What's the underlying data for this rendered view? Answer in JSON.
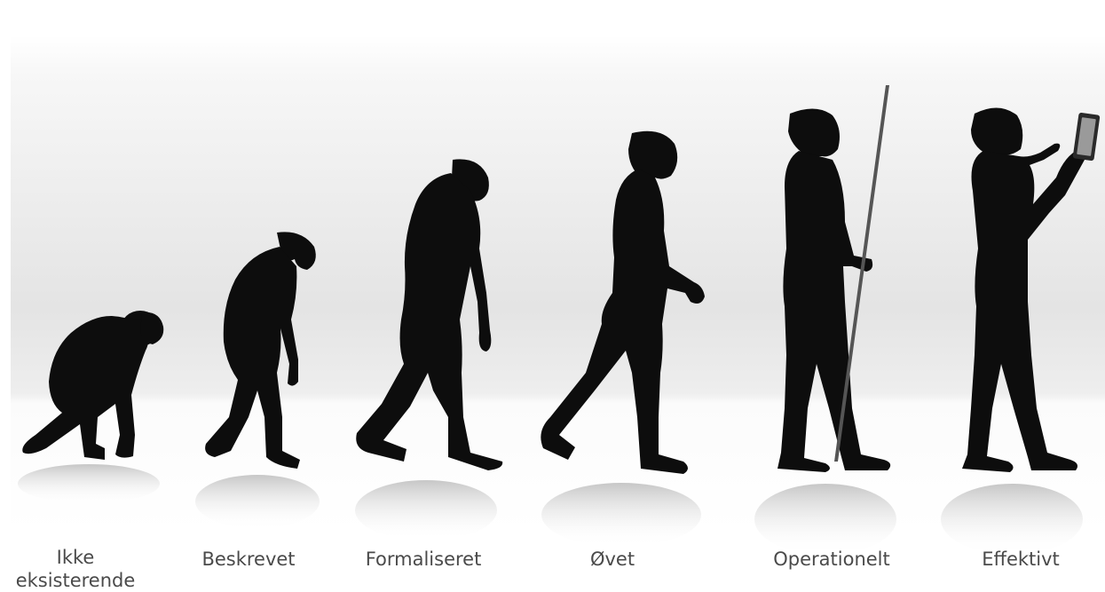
{
  "stages": [
    {
      "label": "Ikke eksisterende"
    },
    {
      "label": "Beskrevet"
    },
    {
      "label": "Formaliseret"
    },
    {
      "label": "Øvet"
    },
    {
      "label": "Operationelt"
    },
    {
      "label": "Effektivt"
    }
  ],
  "icons": {
    "stage1": "crouching-ape-silhouette-icon",
    "stage2": "stooped-ape-silhouette-icon",
    "stage3": "early-hominid-silhouette-icon",
    "stage4": "walking-hominid-silhouette-icon",
    "stage5": "upright-man-with-spear-silhouette-icon",
    "stage6": "man-with-tablet-silhouette-icon"
  },
  "colors": {
    "silhouette": "#0d0d0d",
    "background_top": "#ffffff",
    "background_mid": "#e6e6e6",
    "floor": "#fafafa",
    "label": "#4a4a4a"
  }
}
